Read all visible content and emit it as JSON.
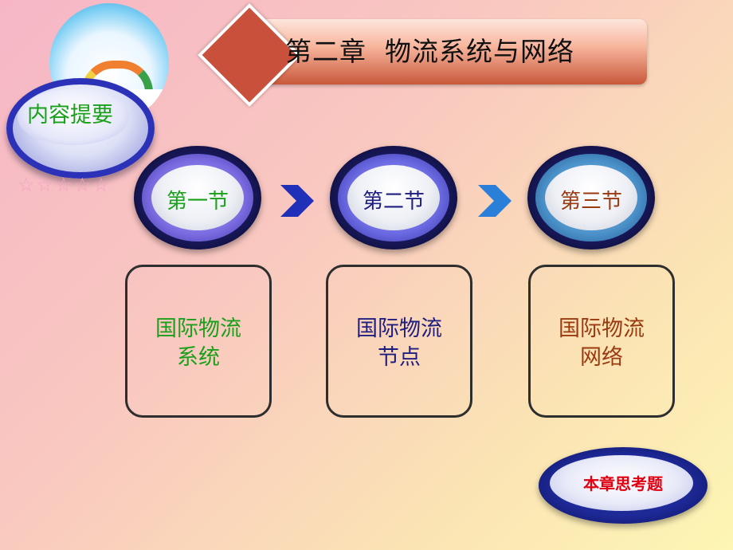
{
  "title": "第二章  物流系统与网络",
  "summary_label": "内容提要",
  "decor": {
    "stars": "☆☆☆☆☆",
    "logo_icon": "school-logo-icon"
  },
  "colors": {
    "green": "#1aa01a",
    "navy": "#1e1e80",
    "brown": "#9a3a10",
    "red": "#e00010"
  },
  "sections": [
    {
      "label": "第一节",
      "line1": "国际物流",
      "line2": "系统"
    },
    {
      "label": "第二节",
      "line1": "国际物流",
      "line2": "节点"
    },
    {
      "label": "第三节",
      "line1": "国际物流",
      "line2": "网络"
    }
  ],
  "think_button": "本章思考题"
}
